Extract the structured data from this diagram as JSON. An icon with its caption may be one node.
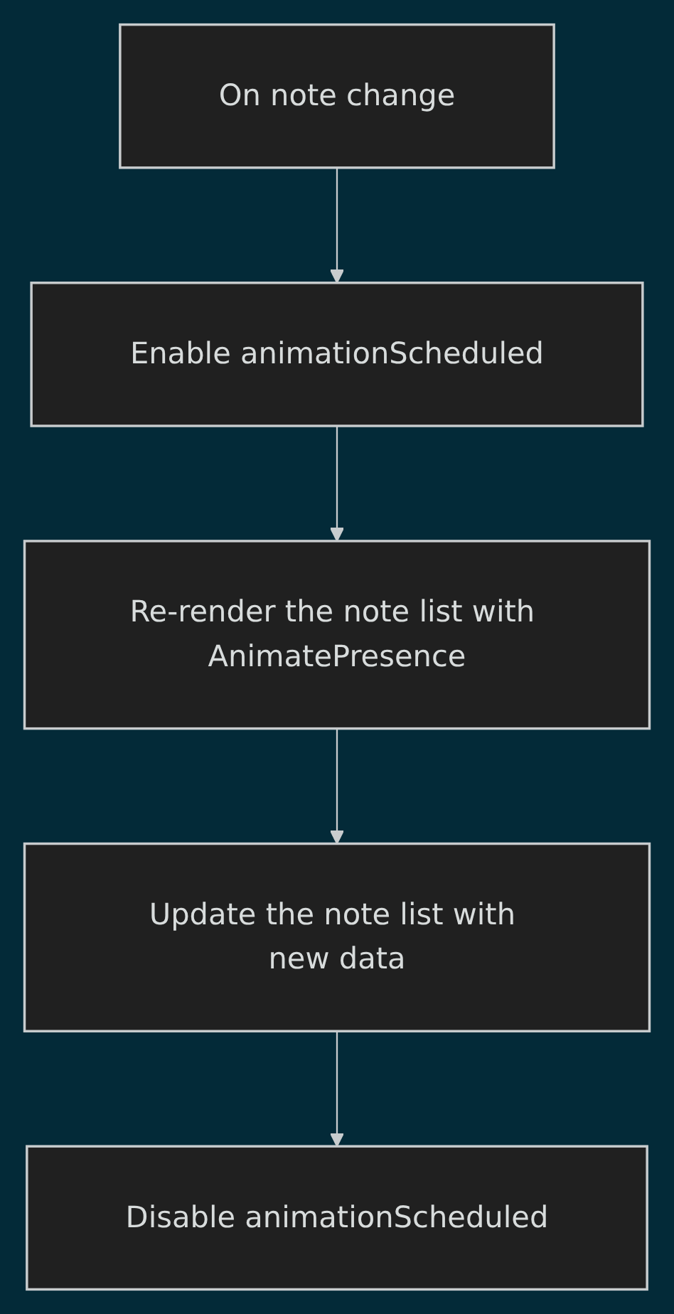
{
  "diagram": {
    "nodes": [
      {
        "text": [
          "On note change"
        ]
      },
      {
        "text": [
          "Enable animationScheduled"
        ]
      },
      {
        "text": [
          "Re-render the note list with AnimatePresence"
        ]
      },
      {
        "text": [
          "Update the note list with new data"
        ]
      },
      {
        "text": [
          "Disable animationScheduled"
        ]
      }
    ],
    "edges": [
      {
        "from": 0,
        "to": 1,
        "arrow": "to"
      },
      {
        "from": 1,
        "to": 2,
        "arrow": "to"
      },
      {
        "from": 2,
        "to": 3,
        "arrow": "to"
      },
      {
        "from": 3,
        "to": 4,
        "arrow": "to"
      }
    ]
  }
}
